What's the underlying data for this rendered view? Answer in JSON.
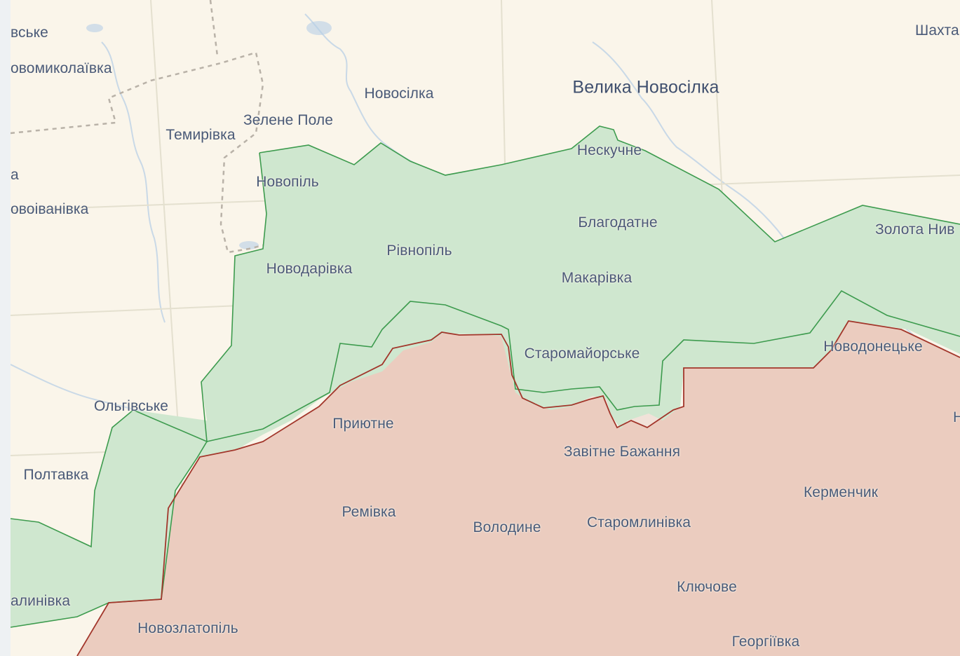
{
  "colors": {
    "background": "#faf5ea",
    "ukraine_controlled_fill": "#cfe7cf",
    "ukraine_controlled_border": "#3d9b4e",
    "occupied_fill": "#ebccbf",
    "occupied_border": "#a2362b",
    "contested_fill": "#f1e2d9",
    "water": "#b8cfe6",
    "label_text": "#4a5a78"
  },
  "zones": [
    {
      "name": "ukraine-controlled",
      "color_key": "ukraine_controlled_fill"
    },
    {
      "name": "contested",
      "color_key": "contested_fill"
    },
    {
      "name": "occupied",
      "color_key": "occupied_fill"
    }
  ],
  "places": [
    {
      "id": "vske",
      "name": "вське",
      "size": "normal"
    },
    {
      "id": "novomykolaivka",
      "name": "овомиколаївка",
      "size": "normal"
    },
    {
      "id": "a",
      "name": "а",
      "size": "normal"
    },
    {
      "id": "novoivanivka",
      "name": "овоіванівка",
      "size": "normal"
    },
    {
      "id": "temyrivka",
      "name": "Темирівка",
      "size": "normal"
    },
    {
      "id": "zelene-pole",
      "name": "Зелене Поле",
      "size": "normal"
    },
    {
      "id": "novosilka",
      "name": "Новосілка",
      "size": "normal"
    },
    {
      "id": "velyka-novosilka",
      "name": "Велика Новосілка",
      "size": "large"
    },
    {
      "id": "shakhta",
      "name": "Шахта",
      "size": "normal"
    },
    {
      "id": "neskuchne",
      "name": "Нескучне",
      "size": "normal"
    },
    {
      "id": "novopil",
      "name": "Новопіль",
      "size": "normal"
    },
    {
      "id": "blahodatne",
      "name": "Благодатне",
      "size": "normal"
    },
    {
      "id": "zolota-nyva",
      "name": "Золота Нив",
      "size": "normal"
    },
    {
      "id": "rivnopil",
      "name": "Рівнопіль",
      "size": "normal"
    },
    {
      "id": "novodarivka",
      "name": "Новодарівка",
      "size": "normal"
    },
    {
      "id": "makarivka",
      "name": "Макарівка",
      "size": "normal"
    },
    {
      "id": "staromaiorske",
      "name": "Старомайорське",
      "size": "normal"
    },
    {
      "id": "novodonetske",
      "name": "Новодонецьке",
      "size": "normal"
    },
    {
      "id": "olhivske",
      "name": "Ольгівське",
      "size": "normal"
    },
    {
      "id": "pryiutne",
      "name": "Приютне",
      "size": "normal"
    },
    {
      "id": "zavitne-bazhannia",
      "name": "Завітне Бажання",
      "size": "normal"
    },
    {
      "id": "n-edge",
      "name": "Н",
      "size": "normal"
    },
    {
      "id": "poltavka",
      "name": "Полтавка",
      "size": "normal"
    },
    {
      "id": "kermenchyk",
      "name": "Керменчик",
      "size": "normal"
    },
    {
      "id": "remivka",
      "name": "Ремівка",
      "size": "normal"
    },
    {
      "id": "volodyne",
      "name": "Володине",
      "size": "normal"
    },
    {
      "id": "staromlynivka",
      "name": "Старомлинівка",
      "size": "normal"
    },
    {
      "id": "kliuchove",
      "name": "Ключове",
      "size": "normal"
    },
    {
      "id": "malynivka",
      "name": "алинівка",
      "size": "normal"
    },
    {
      "id": "novozlatopil",
      "name": "Новозлатопіль",
      "size": "normal"
    },
    {
      "id": "heorhiivka",
      "name": "Георгіївка",
      "size": "normal"
    }
  ]
}
